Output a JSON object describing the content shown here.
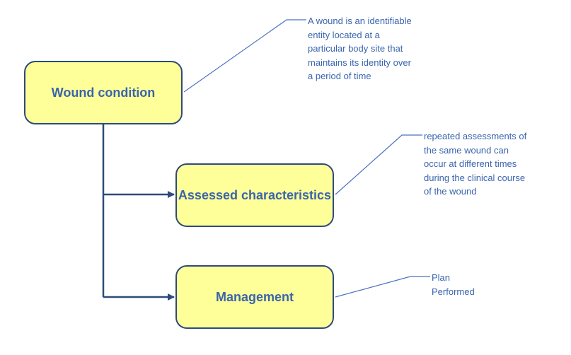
{
  "nodes": {
    "wound_condition": "Wound condition",
    "assessed_characteristics": "Assessed characteristics",
    "management": "Management"
  },
  "annotations": {
    "wound_condition": "A wound is an identifiable\nentity located at a\nparticular body site that\nmaintains its identity over\na period of time",
    "assessed_characteristics": "repeated assessments of\nthe same wound can\noccur at different times\nduring the clinical course\nof the wound",
    "management": "Plan\nPerformed"
  },
  "colors": {
    "node_fill": "#ffff99",
    "node_border": "#2e4a7d",
    "node_text": "#3a64ad",
    "connector": "#2e4a7d",
    "callout_line": "#4a72c2",
    "annotation_text": "#3a64ad"
  }
}
